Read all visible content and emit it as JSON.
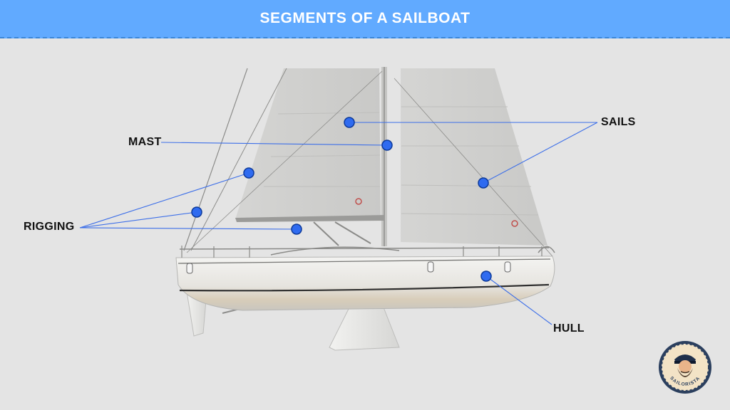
{
  "header": {
    "title": "SEGMENTS OF A SAILBOAT"
  },
  "labels": {
    "mast": "MAST",
    "sails": "SAILS",
    "rigging": "RIGGING",
    "hull": "HULL"
  },
  "logo": {
    "text": "SAILORISTA"
  },
  "colors": {
    "header_bg": "#61aaff",
    "marker": "#2f6bf0",
    "leader_line": "#3d6fe8",
    "background": "#e4e4e4"
  }
}
